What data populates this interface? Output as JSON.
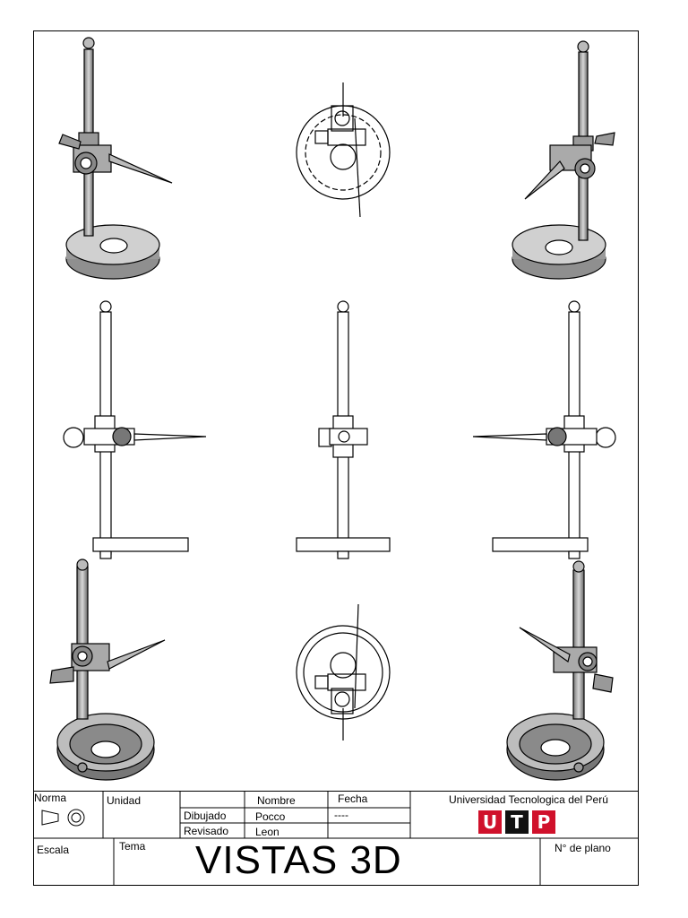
{
  "title_block": {
    "norma_label": "Norma",
    "unidad_label": "Unidad",
    "nombre_label": "Nombre",
    "fecha_label": "Fecha",
    "dibujado_label": "Dibujado",
    "dibujado_nombre": "Pocco",
    "dibujado_fecha": "----",
    "revisado_label": "Revisado",
    "revisado_nombre": "Leon",
    "university": "Universidad Tecnologica del Perú",
    "logo_letters": [
      "U",
      "T",
      "P"
    ],
    "escala_label": "Escala",
    "tema_label": "Tema",
    "title": "VISTAS 3D",
    "plano_label": "N° de plano"
  },
  "colors": {
    "logo_red": "#d0112b",
    "logo_black": "#111111",
    "shade": "#9a9a9a",
    "shade_light": "#cfcfcf"
  }
}
